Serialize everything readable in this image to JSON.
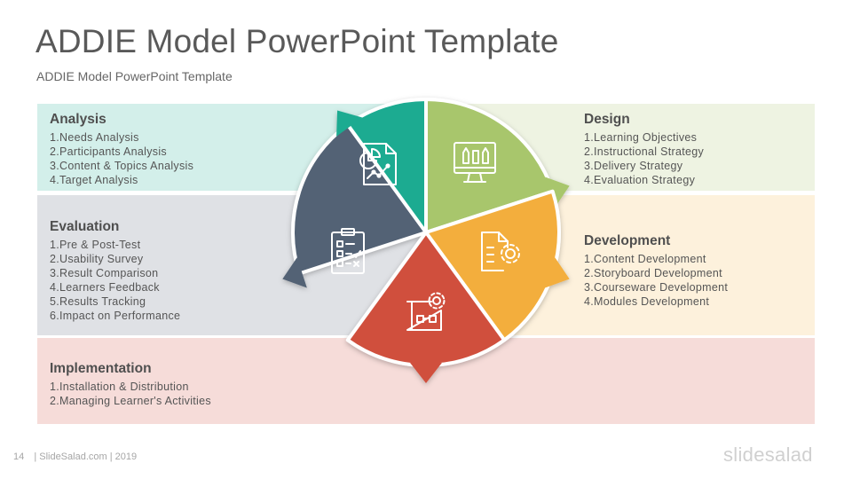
{
  "header": {
    "title": "ADDIE Model PowerPoint Template",
    "subtitle": "ADDIE Model PowerPoint Template"
  },
  "colors": {
    "analysis": "#1fab91",
    "design": "#a8c66c",
    "development": "#f3ae3d",
    "implementation": "#d04f3e",
    "evaluation": "#536274",
    "analysis_band": "#d3efea",
    "design_band": "#eef3e2",
    "development_band": "#fdf1dc",
    "implementation_band": "#f6dcd9",
    "evaluation_band": "#dfe1e5"
  },
  "sections": {
    "analysis": {
      "title": "Analysis",
      "icon": "report-chart-icon",
      "items": [
        "1.Needs Analysis",
        "2.Participants  Analysis",
        "3.Content  & Topics  Analysis",
        "4.Target  Analysis"
      ]
    },
    "design": {
      "title": "Design",
      "icon": "design-tools-monitor-icon",
      "items": [
        "1.Learning  Objectives",
        "2.Instructional  Strategy",
        "3.Delivery  Strategy",
        "4.Evaluation  Strategy"
      ]
    },
    "development": {
      "title": "Development",
      "icon": "document-gear-icon",
      "items": [
        "1.Content  Development",
        "2.Storyboard  Development",
        "3.Courseware  Development",
        "4.Modules  Development"
      ]
    },
    "implementation": {
      "title": "Implementation",
      "icon": "blueprint-gear-icon",
      "items": [
        "1.Installation  & Distribution",
        "2.Managing  Learner's  Activities"
      ]
    },
    "evaluation": {
      "title": "Evaluation",
      "icon": "clipboard-checklist-icon",
      "items": [
        "1.Pre  & Post-Test",
        "2.Usability  Survey",
        "3.Result  Comparison",
        "4.Learners  Feedback",
        "5.Results  Tracking",
        "6.Impact  on  Performance"
      ]
    }
  },
  "footer": {
    "page_number": "14",
    "credit": "| SlideSalad.com | 2019",
    "brand": "slidesalad"
  }
}
